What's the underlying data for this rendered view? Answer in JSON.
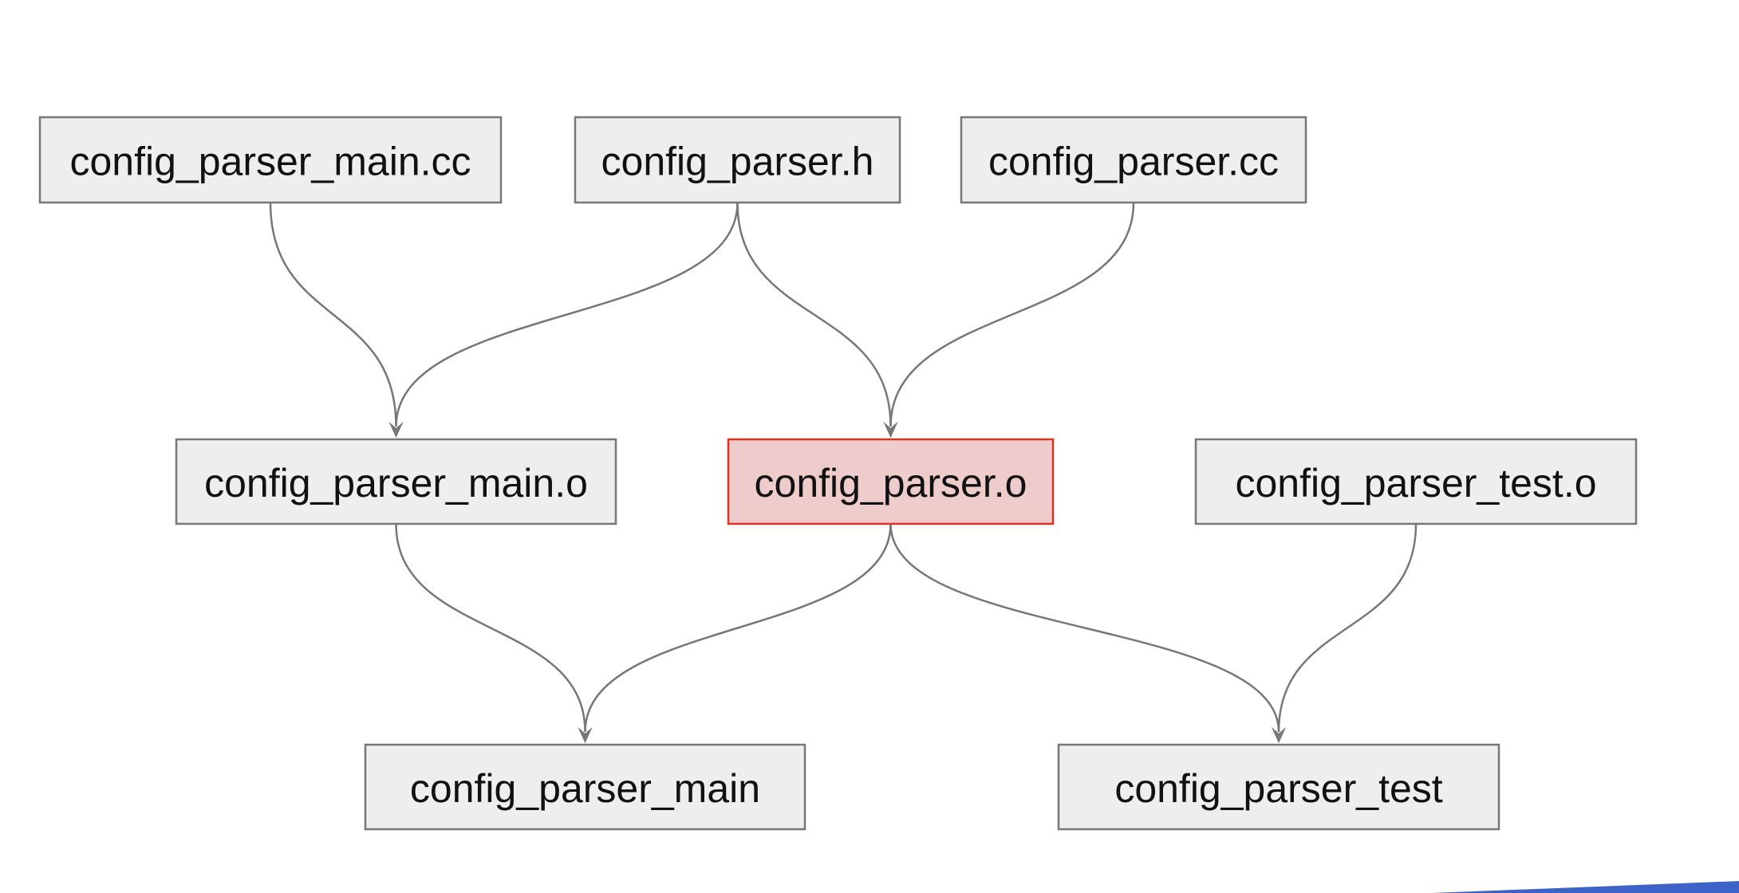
{
  "nodes": [
    {
      "id": "main_cc",
      "label": "config_parser_main.cc",
      "highlight": false
    },
    {
      "id": "h",
      "label": "config_parser.h",
      "highlight": false
    },
    {
      "id": "cc",
      "label": "config_parser.cc",
      "highlight": false
    },
    {
      "id": "main_o",
      "label": "config_parser_main.o",
      "highlight": false
    },
    {
      "id": "o",
      "label": "config_parser.o",
      "highlight": true
    },
    {
      "id": "test_o",
      "label": "config_parser_test.o",
      "highlight": false
    },
    {
      "id": "main",
      "label": "config_parser_main",
      "highlight": false
    },
    {
      "id": "test",
      "label": "config_parser_test",
      "highlight": false
    }
  ],
  "edges": [
    {
      "from": "main_cc",
      "to": "main_o"
    },
    {
      "from": "h",
      "to": "main_o"
    },
    {
      "from": "h",
      "to": "o"
    },
    {
      "from": "cc",
      "to": "o"
    },
    {
      "from": "main_o",
      "to": "main"
    },
    {
      "from": "o",
      "to": "main"
    },
    {
      "from": "o",
      "to": "test"
    },
    {
      "from": "test_o",
      "to": "test"
    }
  ],
  "colors": {
    "node_fill": "#eeeeee",
    "node_border": "#777777",
    "highlight_fill": "#eecccc",
    "highlight_border": "#dd3322",
    "edge": "#777777",
    "accent": "#3d63c9"
  }
}
